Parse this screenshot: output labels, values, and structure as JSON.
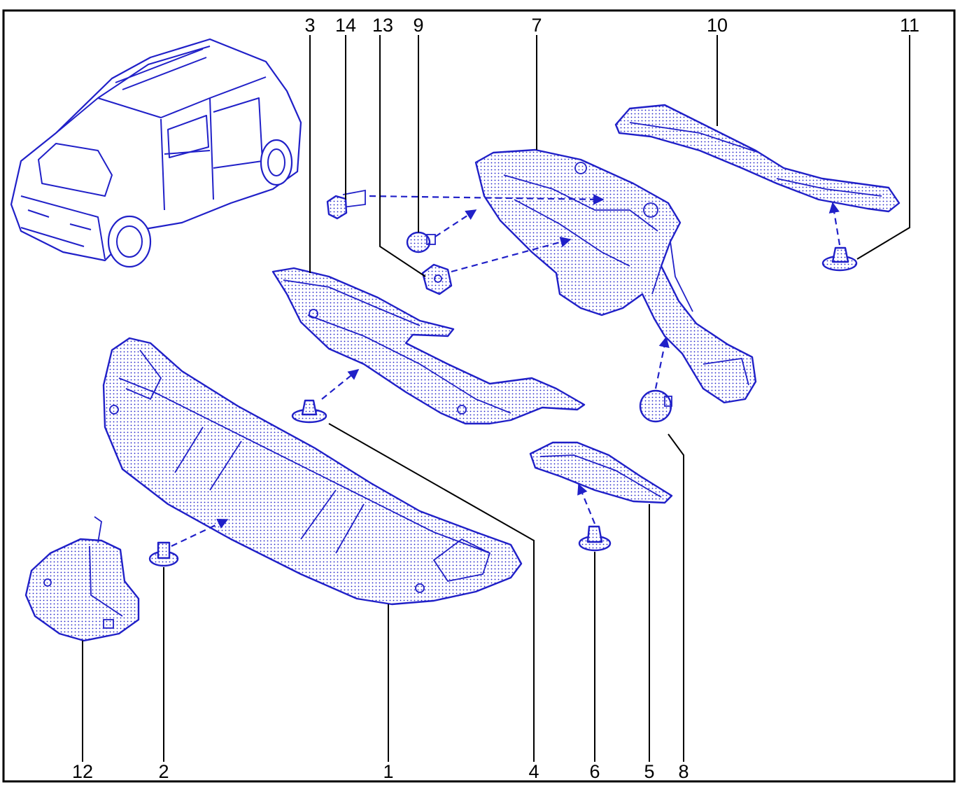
{
  "diagram": {
    "colors": {
      "line": "#2020c8",
      "frame": "#000000",
      "background": "#ffffff"
    },
    "callouts": {
      "c1": "1",
      "c2": "2",
      "c3": "3",
      "c4": "4",
      "c5": "5",
      "c6": "6",
      "c7": "7",
      "c8": "8",
      "c9": "9",
      "c10": "10",
      "c11": "11",
      "c12": "12",
      "c13": "13",
      "c14": "14"
    }
  }
}
